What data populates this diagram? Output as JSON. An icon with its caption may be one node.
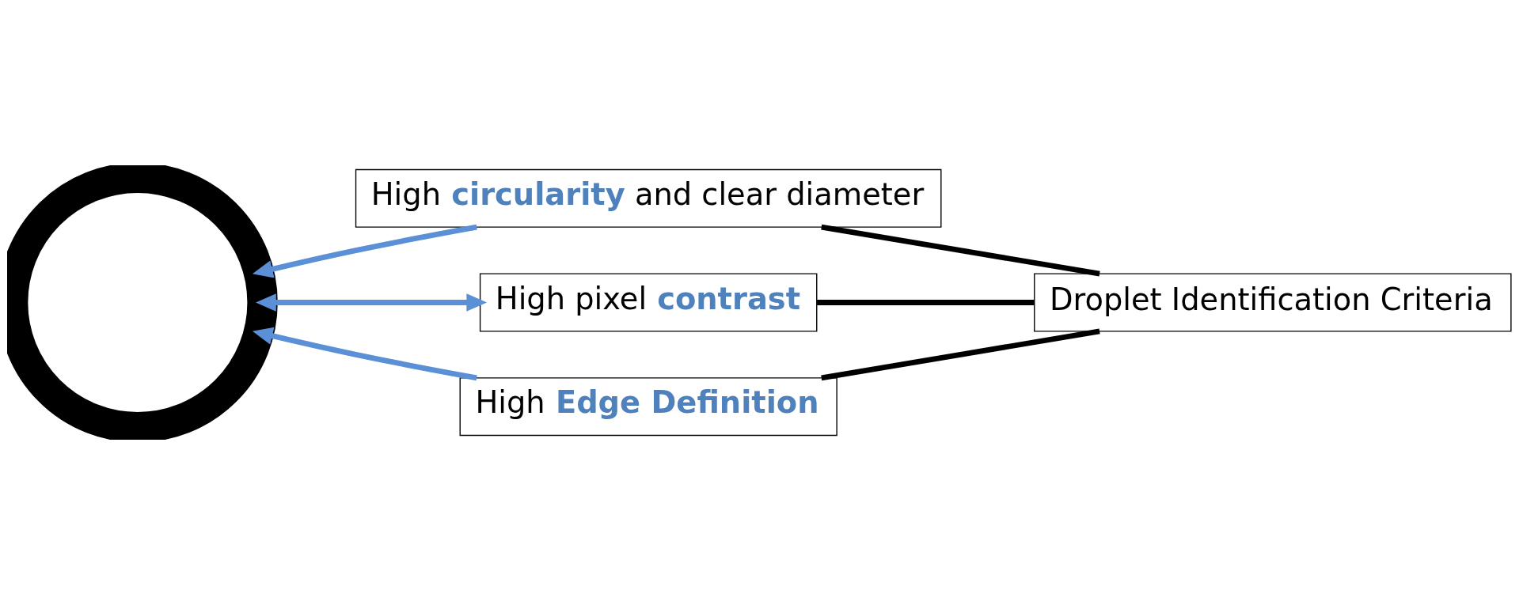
{
  "diagram": {
    "nodes": [
      {
        "text": [],
        "shape": "circle"
      },
      {
        "text": [
          "High **circularity** and clear diameter"
        ]
      },
      {
        "text": [
          "High pixel **contrast**"
        ]
      },
      {
        "text": [
          "Droplet Identification Criteria"
        ]
      },
      {
        "text": [
          "High **Edge Definition**"
        ]
      }
    ],
    "edges": [
      {
        "from": 1,
        "to": 0,
        "arrow": "to",
        "color": "#5b8fd6"
      },
      {
        "from": 2,
        "to": 0,
        "arrow": "both",
        "color": "#5b8fd6"
      },
      {
        "from": 4,
        "to": 0,
        "arrow": "to",
        "color": "#5b8fd6"
      },
      {
        "from": 3,
        "to": 1,
        "arrow": "none",
        "color": "#000000"
      },
      {
        "from": 3,
        "to": 2,
        "arrow": "none",
        "color": "#000000"
      },
      {
        "from": 3,
        "to": 4,
        "arrow": "none",
        "color": "#000000"
      }
    ]
  }
}
